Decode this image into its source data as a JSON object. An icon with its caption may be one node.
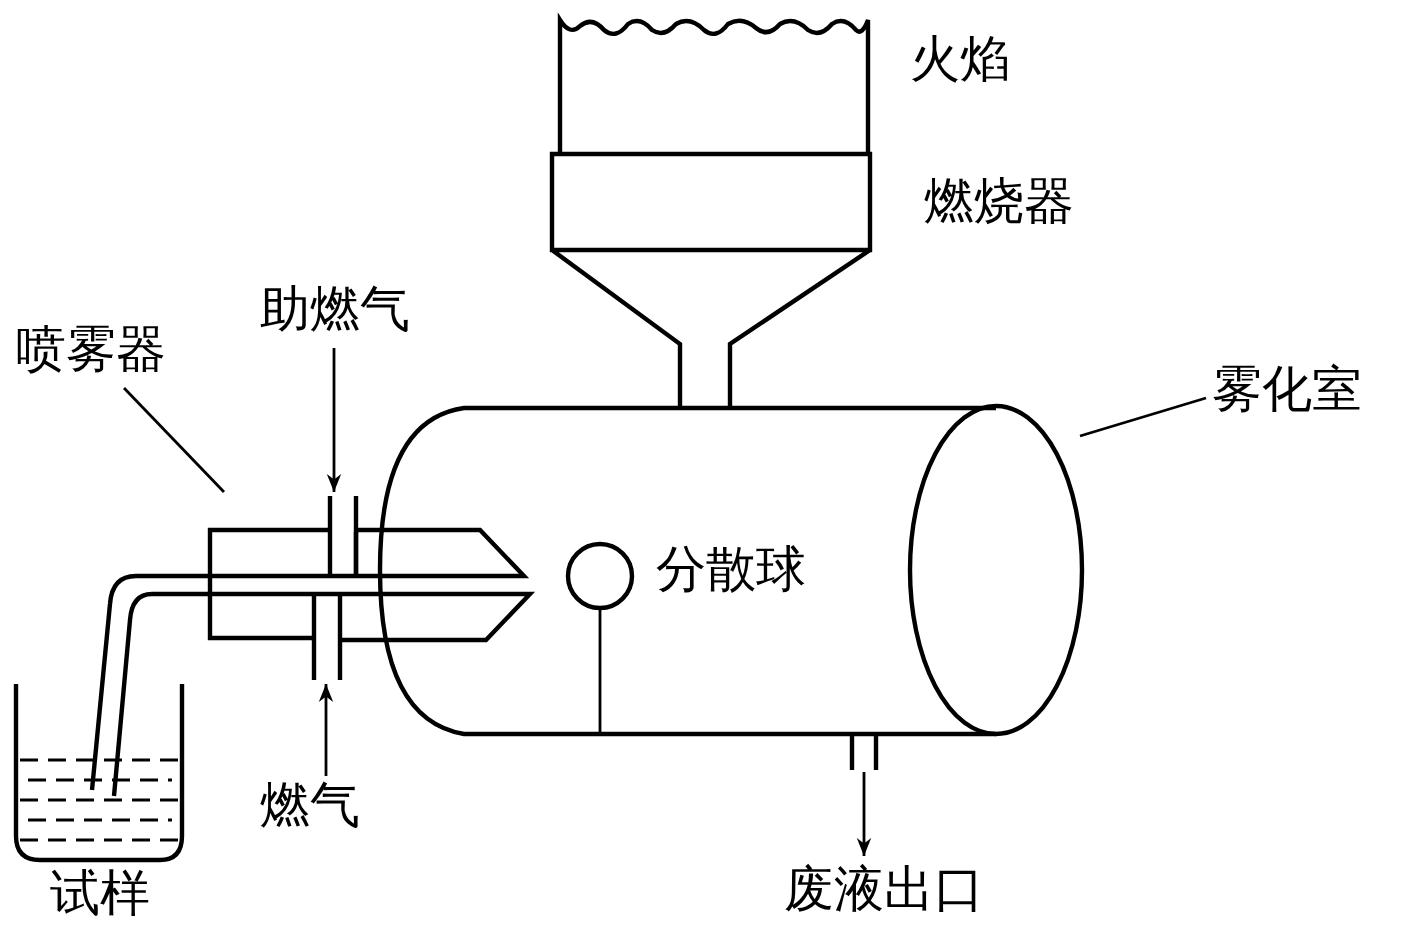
{
  "diagram": {
    "nodes": [
      {
        "text": [
          "助燃气"
        ]
      },
      {
        "text": [
          "喷雾器"
        ]
      },
      {
        "text": [],
        "shape": "picture"
      },
      {
        "text": [
          "雾化室"
        ]
      },
      {
        "text": [],
        "shape": "cylinder"
      },
      {
        "text": [
          "燃气"
        ]
      },
      {
        "text": [
          "废液出口"
        ]
      }
    ],
    "edges": [
      {
        "from": 0,
        "to": 2,
        "arrow": "to"
      },
      {
        "from": 1,
        "to": 2,
        "arrow": "none"
      },
      {
        "from": 3,
        "to": 4,
        "arrow": "none"
      },
      {
        "from": 5,
        "to": 2,
        "arrow": "to"
      },
      {
        "from": 4,
        "to": 6,
        "arrow": "to"
      }
    ],
    "labels": [
      "火焰",
      "燃烧器",
      "分散球",
      "试样"
    ]
  }
}
